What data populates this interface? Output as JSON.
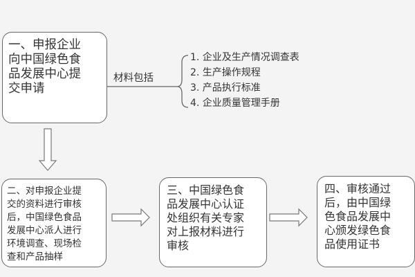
{
  "steps": [
    {
      "text": "一、申报企业\n向中国绿色食\n品发展中心提\n交申请"
    },
    {
      "text": "二、对申报企业提\n交的资料进行审核\n后，中国绿色食品\n发展中心派人进行\n环境调查、现场检\n查和产品抽样"
    },
    {
      "text": "三、中国绿色食\n品发展中心认证\n处组织有关专家\n对上报材料进行\n审核"
    },
    {
      "text": "四、审核通过\n后，由中国绿\n色食品发展中\n心颁发绿色食\n品使用证书"
    }
  ],
  "materials": {
    "label": "材料包括",
    "items": [
      "1. 企业及生产情况调查表",
      "2. 生产操作规程",
      "3. 产品执行标准",
      "4. 企业质量管理手册"
    ]
  }
}
